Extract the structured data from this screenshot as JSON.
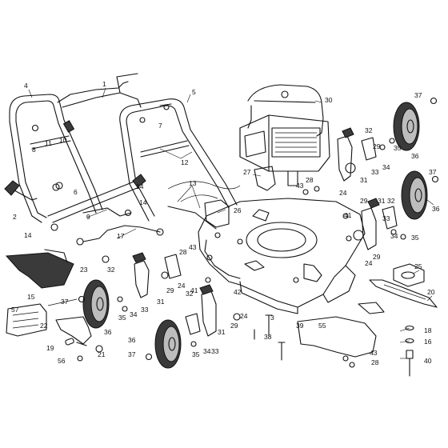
{
  "labels": {
    "l1": "1",
    "l2": "2",
    "l3": "3",
    "l4": "4",
    "l5": "5",
    "l6": "6",
    "l7": "7",
    "l8": "8",
    "l9": "9",
    "l10": "10",
    "l11": "11",
    "l12": "12",
    "l13": "13",
    "l14a": "14",
    "l14b": "14",
    "l15": "15",
    "l16": "16",
    "l17": "17",
    "l18": "18",
    "l19": "19",
    "l20": "20",
    "l21": "21",
    "l22": "22",
    "l23": "23",
    "l24a": "24",
    "l24b": "24",
    "l24c": "24",
    "l24d": "24",
    "l25": "25",
    "l26": "26",
    "l27": "27",
    "l28a": "28",
    "l28b": "28",
    "l28c": "28",
    "l29a": "29",
    "l29b": "29",
    "l29c": "29",
    "l29d": "29",
    "l30": "30",
    "l31a": "31",
    "l31b": "31",
    "l31c": "31",
    "l31d": "31",
    "l32a": "32",
    "l32b": "32",
    "l32c": "32",
    "l32d": "32",
    "l33a": "33",
    "l33b": "33",
    "l33c": "33",
    "l33d": "33",
    "l34a": "34",
    "l34b": "34",
    "l34c": "34",
    "l34d": "34",
    "l35a": "35",
    "l35b": "35",
    "l35c": "35",
    "l35d": "35",
    "l36a": "36",
    "l36b": "36",
    "l36c": "36",
    "l36d": "36",
    "l37a": "37",
    "l37b": "37",
    "l37c": "37",
    "l37d": "37",
    "l38": "38",
    "l39": "39",
    "l40": "40",
    "l41a": "41",
    "l41b": "41",
    "l42": "42",
    "l43a": "43",
    "l43b": "43",
    "l43c": "43",
    "l55": "55",
    "l56": "56",
    "l57": "57"
  }
}
